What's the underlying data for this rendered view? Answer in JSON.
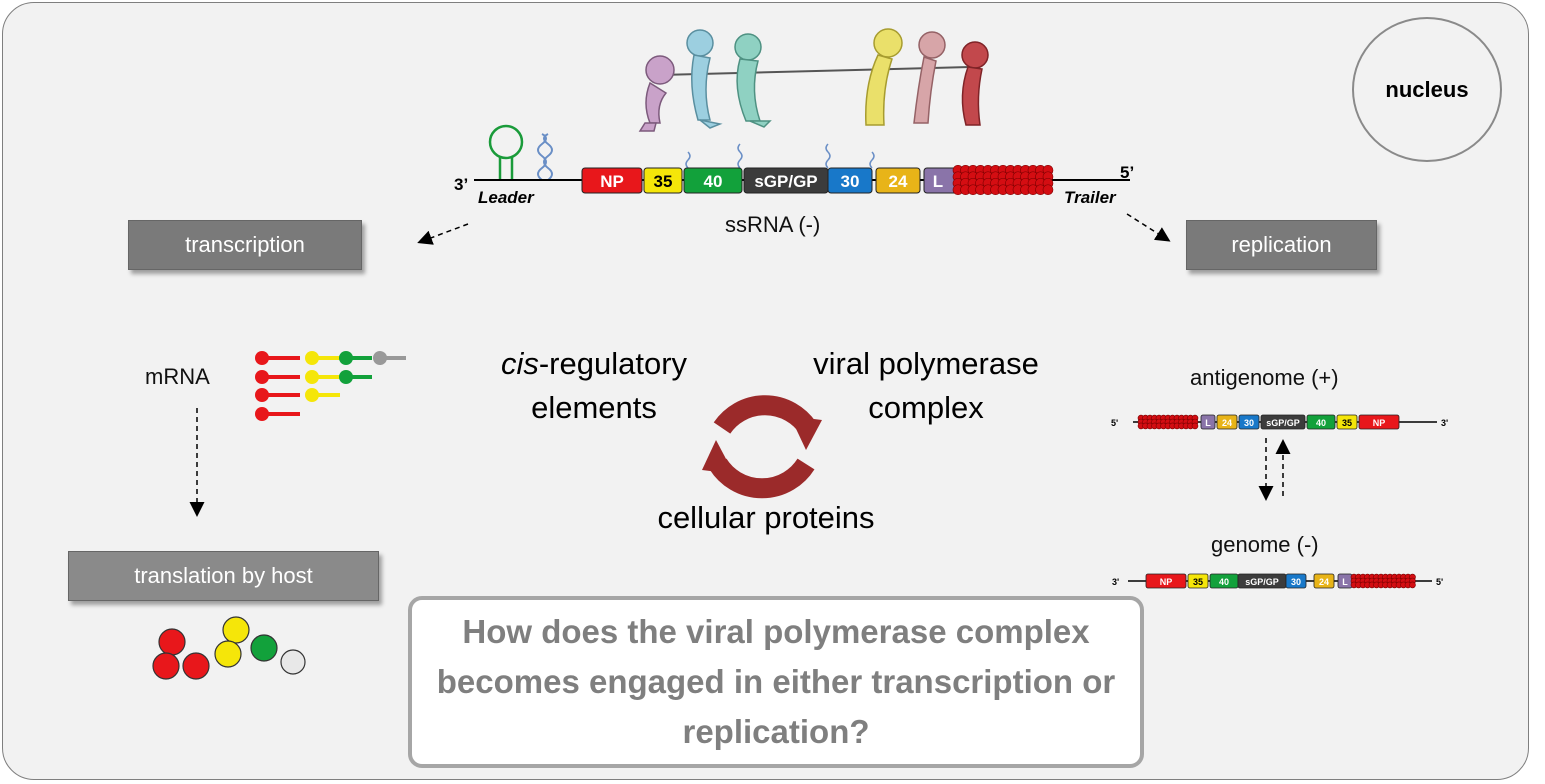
{
  "nucleus_label": "nucleus",
  "genome": {
    "end3": "3’",
    "end5": "5’",
    "leader": "Leader",
    "trailer": "Trailer",
    "caption": "ssRNA (-)",
    "genes": [
      "NP",
      "35",
      "40",
      "sGP/GP",
      "30",
      "24",
      "L"
    ]
  },
  "transcription_label": "transcription",
  "replication_label": "replication",
  "mrna_label": "mRNA",
  "translation_label": "translation by host",
  "center": {
    "cis_prefix": "cis",
    "cis_rest": "-regulatory",
    "elements": "elements",
    "polymerase_line1": "viral polymerase",
    "polymerase_line2": "complex",
    "cellular": "cellular proteins"
  },
  "antigenome_label": "antigenome (+)",
  "genome_minus_label": "genome (-)",
  "question": "How does the viral polymerase complex becomes engaged in either transcription or replication?",
  "colors": {
    "NP": "#e8171b",
    "35": "#f5e609",
    "40": "#12a13b",
    "sGP": "#3c3c3c",
    "30": "#1878c9",
    "24": "#e8b418",
    "L": "#8a74a9",
    "nucleocapsid": "#d40d12",
    "cycle": "#9b2a2a",
    "gray": "#999999"
  },
  "antigenome_small": {
    "end5": "5'",
    "end3": "3'",
    "genes": [
      "L",
      "24",
      "30",
      "sGP/GP",
      "40",
      "35",
      "NP"
    ]
  },
  "genome_small": {
    "end3": "3'",
    "end5": "5'",
    "genes": [
      "NP",
      "35",
      "40",
      "sGP/GP",
      "30",
      "24",
      "L"
    ]
  }
}
